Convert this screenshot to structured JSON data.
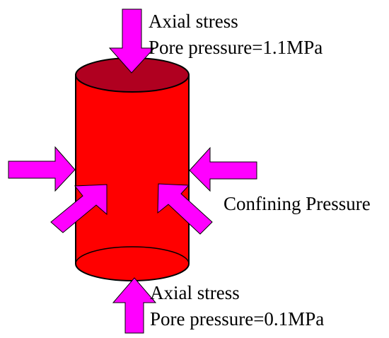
{
  "labels": {
    "top_axial": "Axial stress",
    "top_pore": "Pore pressure=1.1MPa",
    "confining": "Confining Pressure",
    "bottom_axial": "Axial stress",
    "bottom_pore": "Pore pressure=0.1MPa"
  },
  "colors": {
    "cylinder_body": "#ff0000",
    "cylinder_top": "#b00020",
    "arrow_fill": "#ff00ff",
    "outline": "#000000"
  }
}
